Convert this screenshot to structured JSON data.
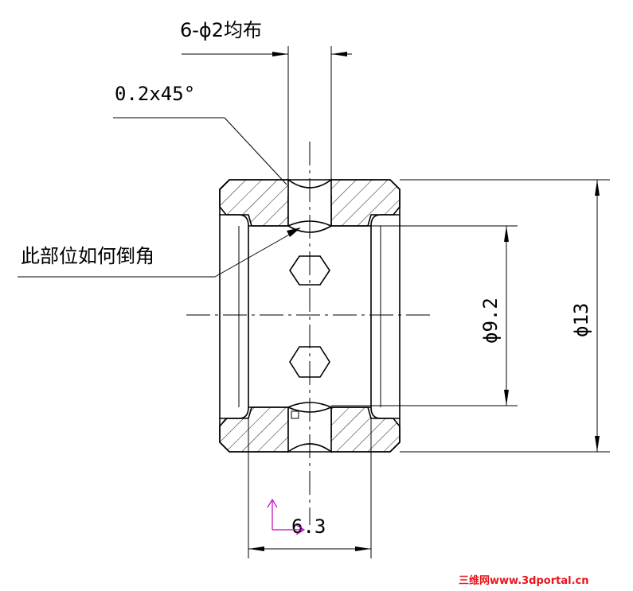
{
  "labels": {
    "holes_note": "6-ϕ2均布",
    "chamfer_note": "0.2x45°",
    "question_note": "此部位如何倒角",
    "inner_diameter": "ϕ9.2",
    "outer_diameter": "ϕ13",
    "length": "6.3"
  },
  "watermark": "三维网www.3dportal.cn",
  "colors": {
    "line": "#000000",
    "ucs_icon": "#c000c0",
    "watermark": "#e8141c"
  }
}
